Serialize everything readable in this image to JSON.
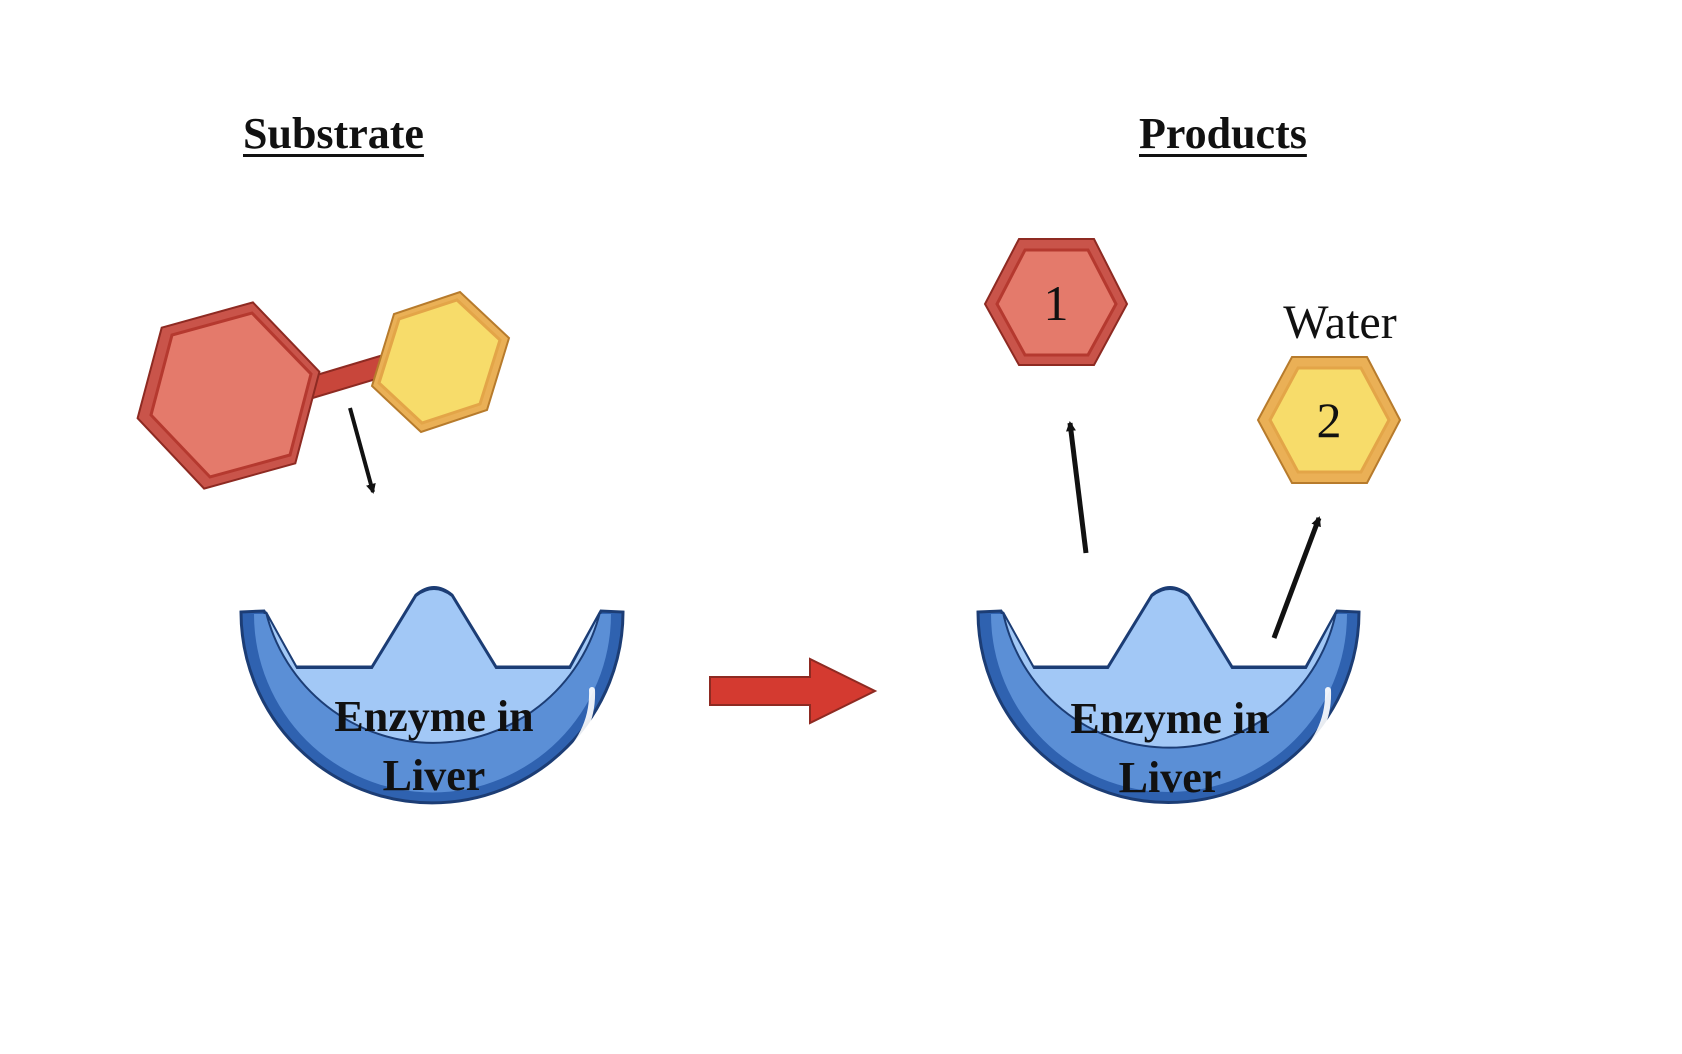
{
  "headings": {
    "substrate": "Substrate",
    "products": "Products"
  },
  "enzyme_left": {
    "line1": "Enzyme in",
    "line2": "Liver"
  },
  "enzyme_right": {
    "line1": "Enzyme in",
    "line2": "Liver"
  },
  "products": {
    "product1_label": "1",
    "product2_label": "2",
    "water_label": "Water"
  },
  "colors": {
    "red_hex_fill": "#e47a6b",
    "red_hex_stroke": "#b5392f",
    "yellow_hex_fill": "#f7dc6a",
    "yellow_hex_stroke": "#e3a548",
    "enzyme_fill": "#a2c8f6",
    "enzyme_rim": "#2f62b0",
    "reaction_arrow": "#d43a30"
  }
}
